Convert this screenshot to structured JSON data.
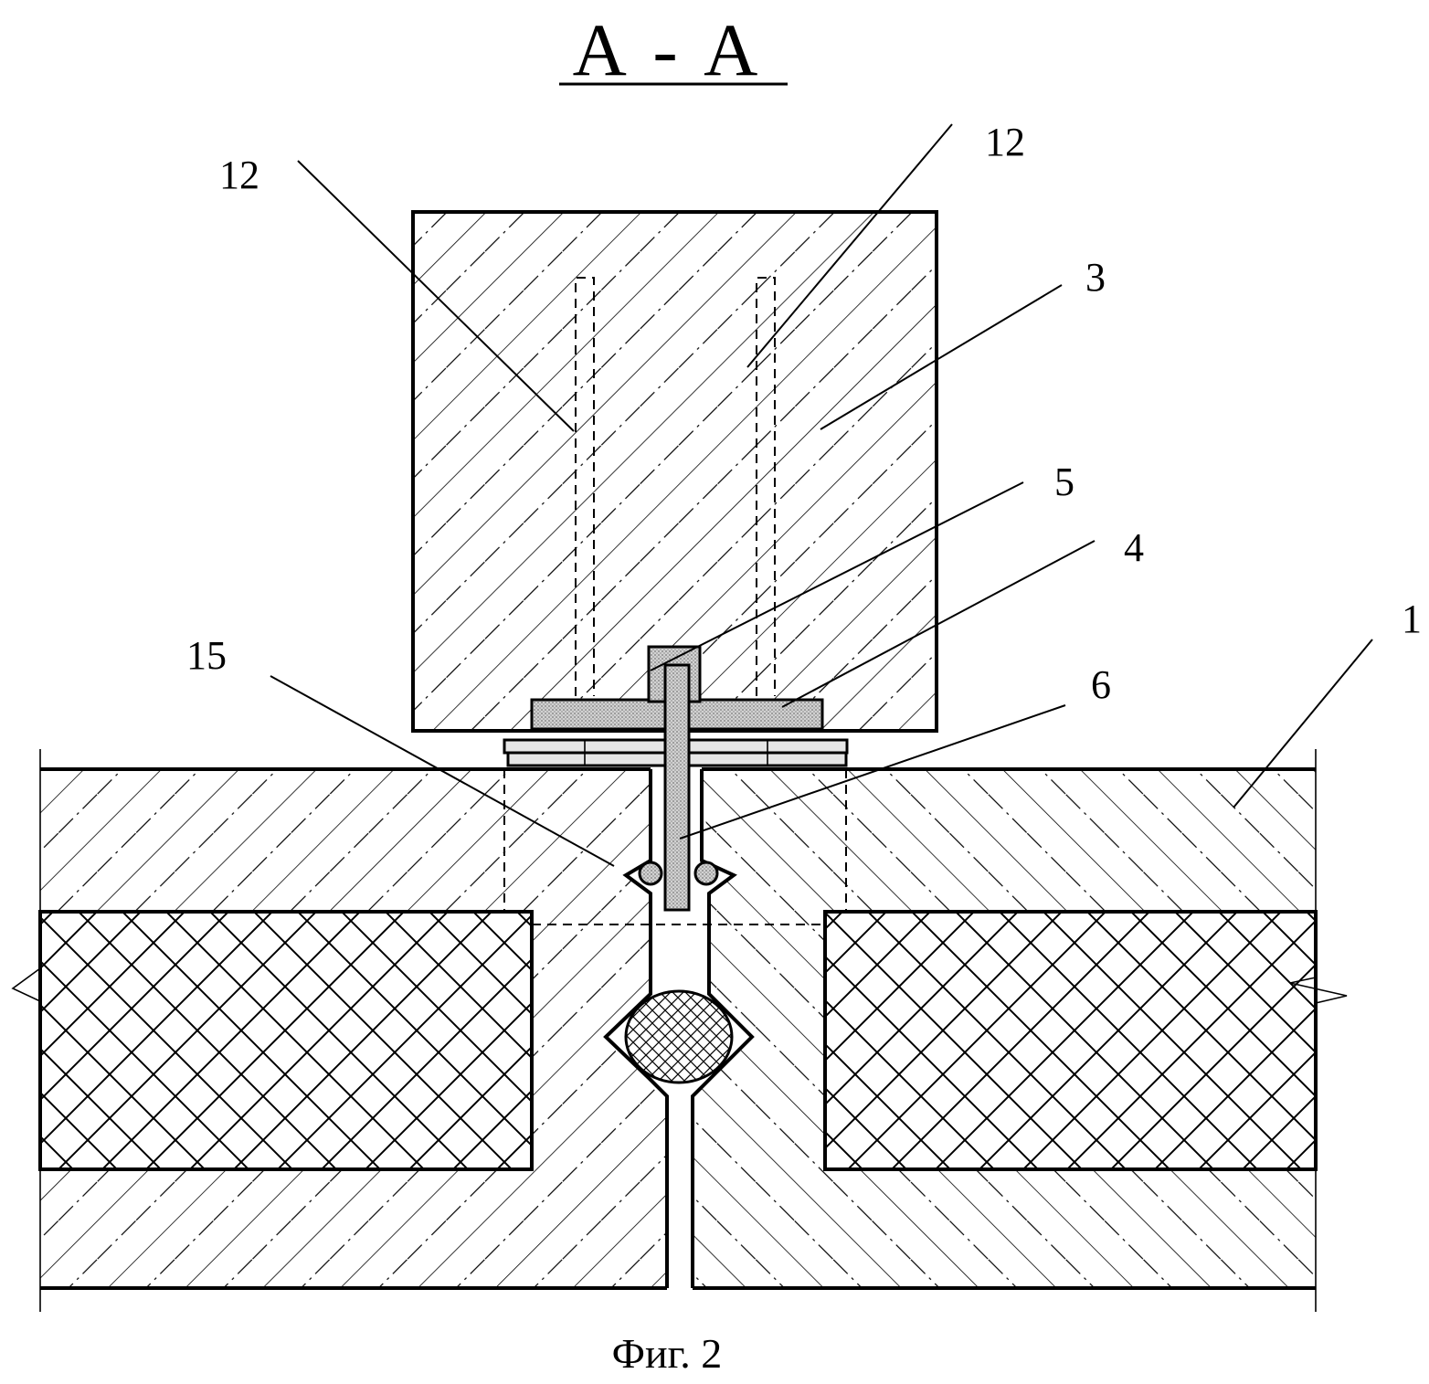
{
  "title": "А - А",
  "caption": "Фиг. 2",
  "reference_numerals": {
    "top_left_12": "12",
    "top_right_12": "12",
    "ref_3": "3",
    "ref_5": "5",
    "ref_4": "4",
    "ref_1": "1",
    "ref_15": "15",
    "ref_6": "6"
  },
  "colors": {
    "line": "#000000",
    "fill_grey": "#bdbdbd",
    "background": "#ffffff"
  }
}
